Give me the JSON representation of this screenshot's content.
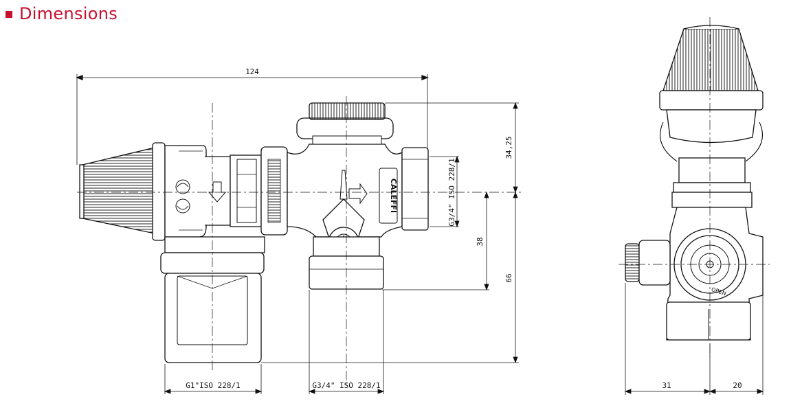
{
  "header": {
    "title": "Dimensions",
    "accent_color": "#c8102e"
  },
  "drawing_front": {
    "dim_width": "124",
    "dim_top_height": "34,25",
    "dim_mid_height": "38",
    "dim_lower_height": "66",
    "thread_side": "G3/4\" ISO 228/1",
    "thread_bottom_left": "G1\"ISO 228/1",
    "thread_bottom_right": "G3/4\" ISO 228/1",
    "brand_mark": "CALEFFI"
  },
  "drawing_side": {
    "dim_left": "31",
    "dim_right": "20",
    "open_mark": "OPEN"
  }
}
